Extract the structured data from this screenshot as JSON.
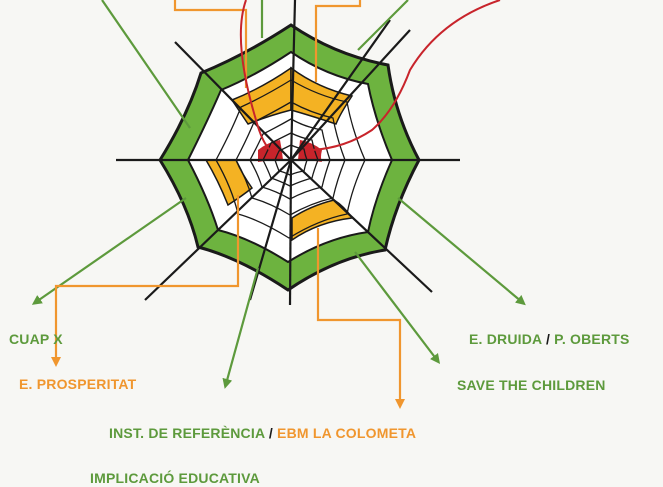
{
  "labels": {
    "cuap": "CUAP X",
    "prosperitat": "E. PROSPERITAT",
    "druida": "E. DRUIDA",
    "slash1": "/",
    "oberts": "P. OBERTS",
    "save_children": "SAVE THE CHILDREN",
    "inst_referencia": "INST. DE REFERÈNCIA",
    "slash2": "/",
    "ebm_colometa": "EBM LA COLOMETA",
    "implicacio": "IMPLICACIÓ EDUCATIVA"
  },
  "colors": {
    "green": "#5d9a3c",
    "green_fill": "#6db33f",
    "orange": "#f0962e",
    "orange_fill": "#f4b223",
    "red": "#c8242b",
    "dark": "#1a1a1a"
  }
}
